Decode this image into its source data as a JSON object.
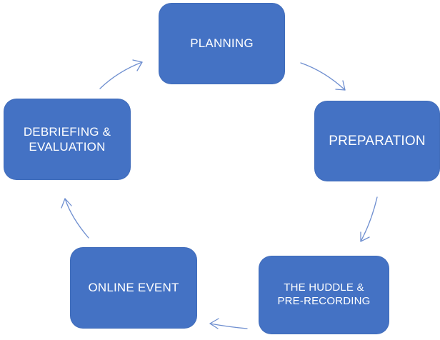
{
  "cycle": {
    "stages": [
      {
        "label": "PLANNING"
      },
      {
        "label": "PREPARATION"
      },
      {
        "label": "THE HUDDLE &\nPRE-RECORDING"
      },
      {
        "label": "ONLINE EVENT"
      },
      {
        "label": "DEBRIEFING &\nEVALUATION"
      }
    ],
    "colors": {
      "box_fill": "#4472c4",
      "box_text": "#ffffff",
      "arrow": "#6f8fd0"
    },
    "icons": [
      "curved-arrow-icon"
    ]
  }
}
